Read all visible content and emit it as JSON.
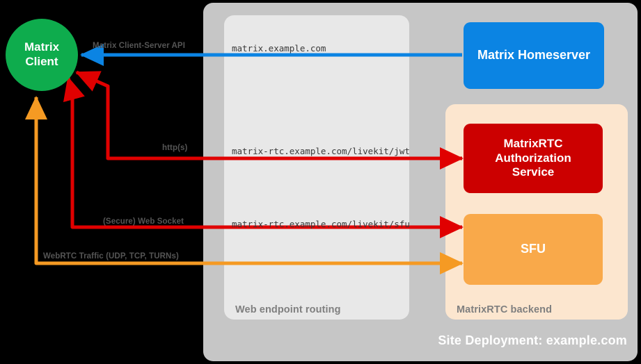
{
  "diagram": {
    "title": "Site Deployment: example.com",
    "nodes": {
      "client": {
        "line1": "Matrix",
        "line2": "Client",
        "color": "#0eac4d"
      },
      "homeserver": {
        "label": "Matrix Homeserver",
        "color": "#0b84e3"
      },
      "auth": {
        "line1": "MatrixRTC",
        "line2": "Authorization",
        "line3": "Service",
        "color": "#cc0000"
      },
      "sfu": {
        "label": "SFU",
        "color": "#f9a94a"
      }
    },
    "containers": {
      "outer": {
        "label": "Site Deployment: example.com",
        "color": "#c6c6c6"
      },
      "routing": {
        "label": "Web endpoint routing",
        "color": "#e8e8e8"
      },
      "backend": {
        "label": "MatrixRTC backend",
        "color": "#fce6cf"
      }
    },
    "edges": [
      {
        "protocol_label": "Matrix Client-Server API",
        "url": "matrix.example.com",
        "color": "#0b84e3",
        "direction": "to-client"
      },
      {
        "protocol_label": "http(s)",
        "url": "matrix-rtc.example.com/livekit/jwt",
        "color": "#e00000",
        "direction": "bidirectional"
      },
      {
        "protocol_label": "(Secure) Web Socket",
        "url": "matrix-rtc.example.com/livekit/sfu",
        "color": "#e00000",
        "direction": "bidirectional"
      },
      {
        "protocol_label": "WebRTC Traffic (UDP, TCP, TURNs)",
        "url": "",
        "color": "#f59a23",
        "direction": "bidirectional"
      }
    ]
  }
}
